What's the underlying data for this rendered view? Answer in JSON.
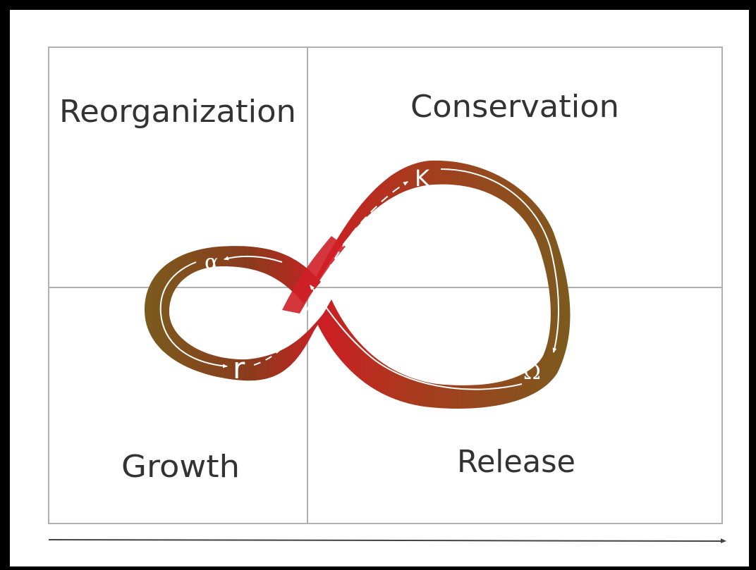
{
  "quadrants": {
    "top_left": "Reorganization",
    "top_right": "Conservation",
    "bottom_left": "Growth",
    "bottom_right": "Release"
  },
  "phase_markers": {
    "alpha": "α",
    "r": "r",
    "k": "K",
    "omega": "Ω"
  },
  "colors": {
    "background": "#000000",
    "panel": "#ffffff",
    "grid_line": "#b0b0b0",
    "loop_olive": "#7a5c1e",
    "loop_red": "#c8202a",
    "arrow": "#ffffff",
    "label_text": "#333333"
  }
}
